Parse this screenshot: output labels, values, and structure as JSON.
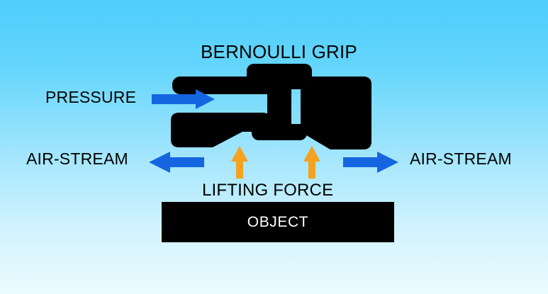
{
  "diagram": {
    "title": "BERNOULLI GRIP",
    "background": {
      "gradient_top": "#4ecdfb",
      "gradient_bottom": "#ecfbff"
    },
    "colors": {
      "body": "#000000",
      "air_arrow": "#1565e0",
      "lift_arrow": "#f5a21e",
      "object_fill": "#000000",
      "object_text": "#ffffff",
      "label_text": "#000000"
    },
    "labels": {
      "title": "BERNOULLI GRIP",
      "pressure": "PRESSURE",
      "airstream_left": "AIR-STREAM",
      "airstream_right": "AIR-STREAM",
      "lifting_force": "LIFTING FORCE",
      "object": "OBJECT"
    },
    "arrows": [
      {
        "name": "pressure-arrow",
        "label": "PRESSURE",
        "direction": "right",
        "color": "#1565e0"
      },
      {
        "name": "airstream-left-arrow",
        "label": "AIR-STREAM",
        "direction": "left",
        "color": "#1565e0"
      },
      {
        "name": "airstream-right-arrow",
        "label": "AIR-STREAM",
        "direction": "right",
        "color": "#1565e0"
      },
      {
        "name": "lifting-force-arrow-left",
        "label": "LIFTING FORCE",
        "direction": "up",
        "color": "#f5a21e"
      },
      {
        "name": "lifting-force-arrow-right",
        "label": "LIFTING FORCE",
        "direction": "up",
        "color": "#f5a21e"
      }
    ],
    "parts": [
      {
        "name": "nozzle-cap",
        "shape": "rounded-rect"
      },
      {
        "name": "nozzle-stem",
        "shape": "vertical-bar"
      },
      {
        "name": "nozzle-foot",
        "shape": "rounded-rect"
      },
      {
        "name": "upper-left-flange",
        "shape": "rounded-bar"
      },
      {
        "name": "lower-left-body",
        "shape": "bevelled-block"
      },
      {
        "name": "right-body",
        "shape": "bevelled-block"
      },
      {
        "name": "object-plate",
        "shape": "rect"
      }
    ]
  }
}
